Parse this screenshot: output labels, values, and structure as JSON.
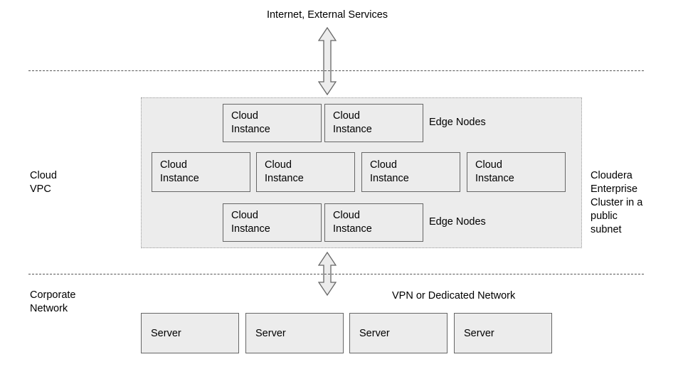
{
  "diagram": {
    "title_top": "Internet, External Services",
    "zones": {
      "cloud_vpc_label": "Cloud\nVPC",
      "corporate_network_label": "Corporate\nNetwork",
      "cluster_annotation": "Cloudera\nEnterprise\nCluster in a\npublic\nsubnet",
      "connection_label": "VPN or Dedicated Network"
    },
    "cluster": {
      "edge_nodes_top_label": "Edge Nodes",
      "edge_nodes_bottom_label": "Edge Nodes",
      "top_row": [
        {
          "label": "Cloud\nInstance"
        },
        {
          "label": "Cloud\nInstance"
        }
      ],
      "middle_row": [
        {
          "label": "Cloud\nInstance"
        },
        {
          "label": "Cloud\nInstance"
        },
        {
          "label": "Cloud\nInstance"
        },
        {
          "label": "Cloud\nInstance"
        }
      ],
      "bottom_row": [
        {
          "label": "Cloud\nInstance"
        },
        {
          "label": "Cloud\nInstance"
        }
      ]
    },
    "servers": [
      {
        "label": "Server"
      },
      {
        "label": "Server"
      },
      {
        "label": "Server"
      },
      {
        "label": "Server"
      }
    ],
    "arrows": {
      "top_arrow_name": "internet-to-vpc-arrow",
      "bottom_arrow_name": "vpc-to-corporate-arrow"
    },
    "colors": {
      "box_fill": "#ececec",
      "box_border": "#666666",
      "container_fill": "#ececec",
      "container_border": "#9a9a9a",
      "boundary_line": "#555555",
      "text": "#000000"
    }
  }
}
